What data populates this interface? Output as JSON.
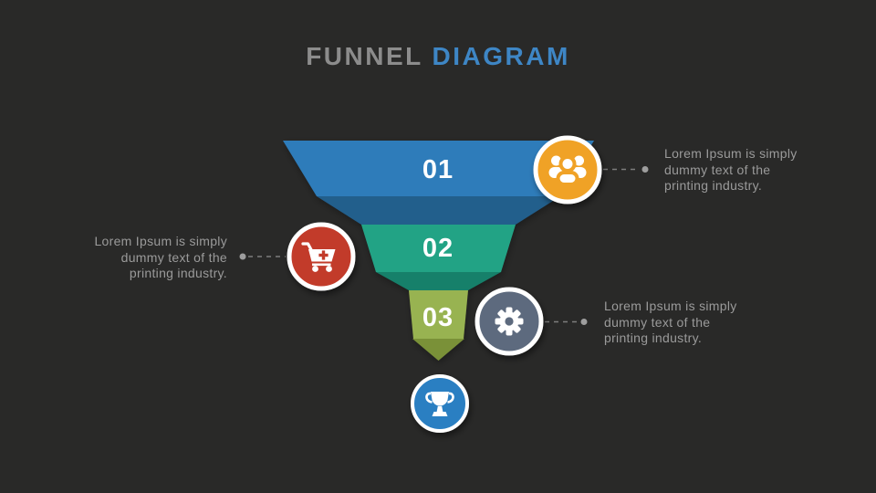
{
  "slide": {
    "title": {
      "word1": "FUNNEL",
      "word2": "DIAGRAM"
    },
    "background": "#292928"
  },
  "funnel": {
    "stages": [
      {
        "number": "01",
        "color": "#2d7cba",
        "shade": "#215e8c"
      },
      {
        "number": "02",
        "color": "#24a385",
        "shade": "#15806a"
      },
      {
        "number": "03",
        "color": "#98b351",
        "shade": "#7a9138"
      }
    ]
  },
  "callouts": [
    {
      "icon": "users-icon",
      "circle_color": "#f0a226",
      "text": "Lorem Ipsum is simply\ndummy text of the\nprinting industry."
    },
    {
      "icon": "cart-plus-icon",
      "circle_color": "#c23b2a",
      "text": "Lorem Ipsum is simply\ndummy text of the\nprinting industry."
    },
    {
      "icon": "gear-icon",
      "circle_color": "#5d6b7e",
      "text": "Lorem Ipsum is simply\ndummy text of the\nprinting industry."
    }
  ],
  "footer_icon": {
    "icon": "trophy-icon",
    "circle_color": "#2b7fc2"
  },
  "colors": {
    "title_word1": "#8c8c8c",
    "title_word2": "#3e86c5",
    "body_text": "#9a9a9a",
    "connector": "#7d7d7d",
    "connector_dot": "#9e9e9e",
    "white": "#ffffff"
  }
}
